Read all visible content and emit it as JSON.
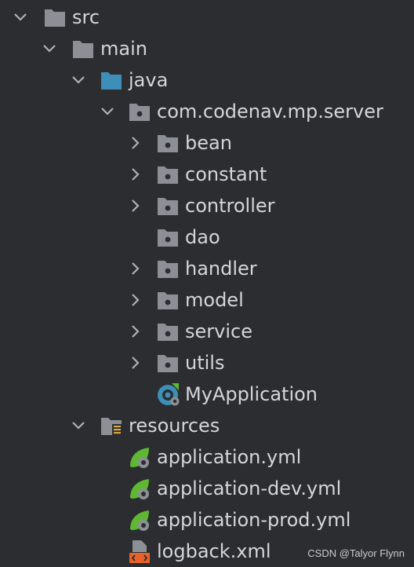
{
  "tree": {
    "nodes": [
      {
        "label": "src",
        "icon": "folder-icon",
        "chevron": "expanded"
      },
      {
        "label": "main",
        "icon": "folder-icon",
        "chevron": "expanded"
      },
      {
        "label": "java",
        "icon": "source-folder-icon",
        "chevron": "expanded"
      },
      {
        "label": "com.codenav.mp.server",
        "icon": "package-icon",
        "chevron": "expanded"
      },
      {
        "label": "bean",
        "icon": "package-icon",
        "chevron": "collapsed"
      },
      {
        "label": "constant",
        "icon": "package-icon",
        "chevron": "collapsed"
      },
      {
        "label": "controller",
        "icon": "package-icon",
        "chevron": "collapsed"
      },
      {
        "label": "dao",
        "icon": "package-icon",
        "chevron": "none"
      },
      {
        "label": "handler",
        "icon": "package-icon",
        "chevron": "collapsed"
      },
      {
        "label": "model",
        "icon": "package-icon",
        "chevron": "collapsed"
      },
      {
        "label": "service",
        "icon": "package-icon",
        "chevron": "collapsed"
      },
      {
        "label": "utils",
        "icon": "package-icon",
        "chevron": "collapsed"
      },
      {
        "label": "MyApplication",
        "icon": "spring-boot-app-icon",
        "chevron": "none"
      },
      {
        "label": "resources",
        "icon": "resources-folder-icon",
        "chevron": "expanded"
      },
      {
        "label": "application.yml",
        "icon": "spring-config-icon",
        "chevron": "none"
      },
      {
        "label": "application-dev.yml",
        "icon": "spring-config-icon",
        "chevron": "none"
      },
      {
        "label": "application-prod.yml",
        "icon": "spring-config-icon",
        "chevron": "none"
      },
      {
        "label": "logback.xml",
        "icon": "xml-file-icon",
        "chevron": "none"
      }
    ]
  },
  "watermark": "CSDN @Talyor Flynn",
  "colors": {
    "background": "#2b2d30",
    "text": "#d3d6db",
    "folder": "#8c9096",
    "source_folder": "#3d8fb8",
    "spring_green": "#5fb832",
    "xml_orange": "#e8622b",
    "chevron": "#aeb2b8"
  }
}
